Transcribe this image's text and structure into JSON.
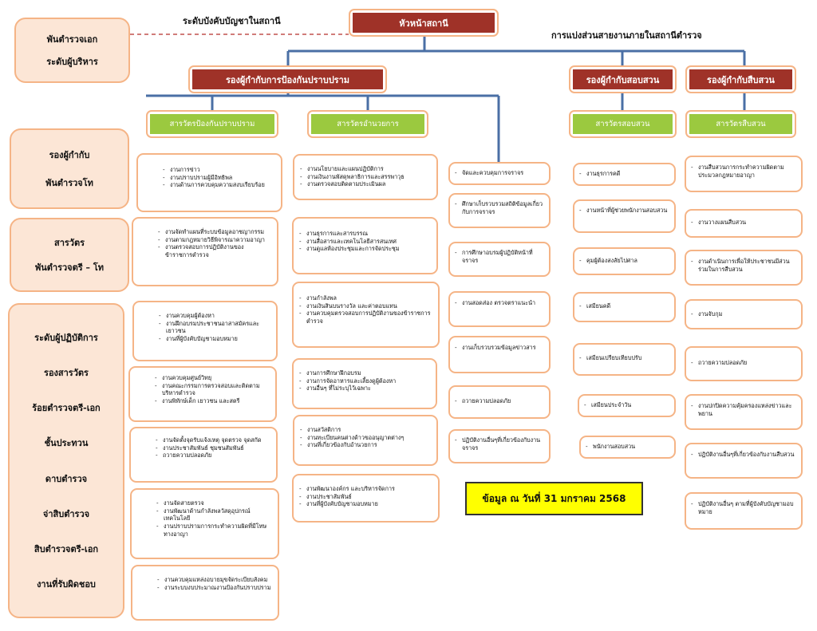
{
  "top": {
    "command_title": "ระดับบังคับบัญชาในสถานี",
    "division_title": "การแบ่งส่วนสายงานภายในสถานีตำรวจ",
    "head": "หัวหน้าสถานี"
  },
  "deputies": [
    "รองผู้กำกับการป้องกันปราบปราม",
    "รองผู้กำกับสอบสวน",
    "รองผู้กำกับสืบสวน"
  ],
  "inspectors": [
    "สารวัตรป้องกันปราบปราม",
    "สารวัตรอำนวยการ",
    "สารวัตรสอบสวน",
    "สารวัตรสืบสวน"
  ],
  "levels": [
    {
      "lines": [
        "พันตำรวจเอก",
        "ระดับผู้บริหาร"
      ]
    },
    {
      "lines": [
        "รองผู้กำกับ",
        "พันตำรวจโท"
      ]
    },
    {
      "lines": [
        "สารวัตร",
        "พันตำรวจตรี – โท"
      ]
    },
    {
      "lines": [
        "ระดับผู้ปฏิบัติการ",
        "รองสารวัตร",
        "ร้อยตำรวจตรี-เอก",
        "ชั้นประทวน",
        "ดาบตำรวจ",
        "จ่าสิบตำรวจ",
        "สิบตำรวจตรี-เอก",
        "งานที่รับผิดชอบ"
      ]
    }
  ],
  "col_prevention": [
    [
      "งานการข่าว",
      "งานปราบปรามผู้มีอิทธิพล",
      "งานด้านการควบคุมความสงบเรียบร้อย"
    ],
    [
      "งานจัดทำแผนที่ระบบข้อมูลอาชญากรรม",
      "งานตามกฎหมายวิธีพิจารณาความอาญา",
      "งานตรวจสอบการปฏิบัติงานของข้าราชการตำรวจ"
    ],
    [
      "งานควบคุมผู้ต้องหา",
      "งานฝึกอบรมประชาชนอาสาสมัครและเยาวชน",
      "งานที่ผู้บังคับบัญชามอบหมาย"
    ],
    [
      "งานควบคุมศูนย์วิทยุ",
      "งานคณะกรรมการตรวจสอบและติดตามบริหารตำรวจ",
      "งานพิทักษ์เด็ก เยาวชน และสตรี"
    ],
    [
      "งานจัดตั้งจุดรับแจ้งเหตุ จุดตรวจ จุดสกัด",
      "งานประชาสัมพันธ์ ชุมชนสัมพันธ์",
      "ถวายความปลอดภัย"
    ],
    [
      "งานจัดสายตรวจ",
      "งานพัฒนาด้านกำลังพลวัสดุอุปกรณ์เทคโนโลยี",
      "งานปราบปรามการกระทำความผิดที่มีโทษทางอาญา"
    ],
    [
      "งานควบคุมแหล่งอบายมุขจัดระเบียบสังคม",
      "งานระบบงบประมาณงานป้องกันปราบปราม"
    ]
  ],
  "col_admin": [
    [
      "งานนโยบายและแผนปฏิบัติการ",
      "งานเงินงานพัสดุพลาธิการและสรรพาวุธ",
      "งานตรวจสอบติดตามประเมินผล"
    ],
    [
      "งานธุรการและสารบรรณ",
      "งานสื่อสารและเทคโนโลยีสารสนเทศ",
      "งานดูแลห้องประชุมและการจัดประชุม"
    ],
    [
      "งานกำลังพล",
      "งานเงินสินบนรางวัล และค่าตอบแทน",
      "งานควบคุมตรวจสอบการปฏิบัติงานของข้าราชการตำรวจ"
    ],
    [
      "งานการศึกษาฝึกอบรม",
      "งานการจัดอาหารและเลี้ยงดูผู้ต้องหา",
      "งานอื่นๆ ที่ไม่ระบุไว้เฉพาะ"
    ],
    [
      "งานสวัสดิการ",
      "งานทะเบียนคนต่างด้าวขออนุญาตต่างๆ",
      "งานที่เกี่ยวข้องกับอำนวยการ"
    ],
    [
      "งานพัฒนาองค์กร และบริหารจัดการ",
      "งานประชาสัมพันธ์",
      "งานที่ผู้บังคับบัญชามอบหมาย"
    ]
  ],
  "col_traffic": [
    "จัดและควบคุมการจราจร",
    "ศึกษาเก็บรวบรวมสถิติข้อมูลเกี่ยวกับการจราจร",
    "การศึกษาอบรมผู้ปฏิบัติหน้าที่จราจร",
    "งานสอดส่อง ตรวจตราแนะนำ",
    "งานเก็บรวบรวมข้อมูลข่าวสาร",
    "ถวายความปลอดภัย",
    "ปฏิบัติงานอื่นๆที่เกี่ยวข้องกับงานจราจร"
  ],
  "col_investigation": [
    "งานธุรการคดี",
    "งานหน้าที่ผู้ช่วยพนักงานสอบสวน",
    "คุมผู้ต้องสงสัยไปศาล",
    "เสมียนคดี",
    "เสมียนเปรียบเทียบปรับ",
    "เสมียนประจำวัน",
    "พนักงานสอบสวน"
  ],
  "col_detective": [
    "งานสืบสวนการกระทำความผิดตามประมวลกฎหมายอาญา",
    "งานวางแผนสืบสวน",
    "งานดำเนินการเพื่อให้ประชาชนมีส่วนร่วมในการสืบสวน",
    "งานจับกุม",
    "ถวายความปลอดภัย",
    "งานปกปิดความคุ้มครองแหล่งข่าวและพยาน",
    "ปฏิบัติงานอื่นๆที่เกี่ยวข้องกับงานสืบสวน",
    "ปฏิบัติงานอื่นๆ ตามที่ผู้บังคับบัญชามอบหมาย"
  ],
  "note": "ข้อมูล ณ วันที่ 31 มกราคม 2568",
  "colors": {
    "header_red": "#9f3228",
    "header_green": "#9bc93f",
    "border_orange": "#f5b486",
    "level_fill": "#fce6d6",
    "connector_blue": "#4a6fa5",
    "note_yellow": "#ffff00",
    "dashed_red": "#c0504d"
  }
}
